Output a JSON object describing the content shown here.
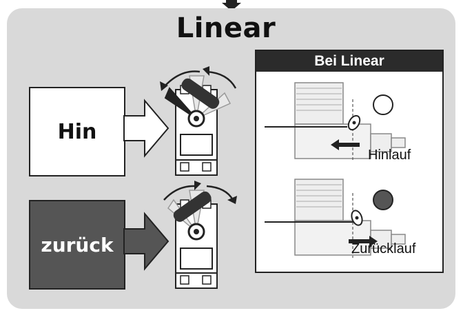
{
  "title": "Linear",
  "boxes": {
    "forward_label": "Hin",
    "back_label": "zurück"
  },
  "panel": {
    "header": "Bei Linear",
    "forward_label": "Hinlauf",
    "back_label": "Zurücklauf"
  },
  "colors": {
    "panel_bg": "#d9d9d9",
    "header_bg": "#2b2b2b",
    "dark_box": "#555555"
  },
  "icons": [
    "down-arrow-icon",
    "servo-icon",
    "servo-horn-icon",
    "rotation-arrow-icon",
    "engine-icon",
    "carburetor-lever-icon",
    "indicator-circle-icon"
  ]
}
